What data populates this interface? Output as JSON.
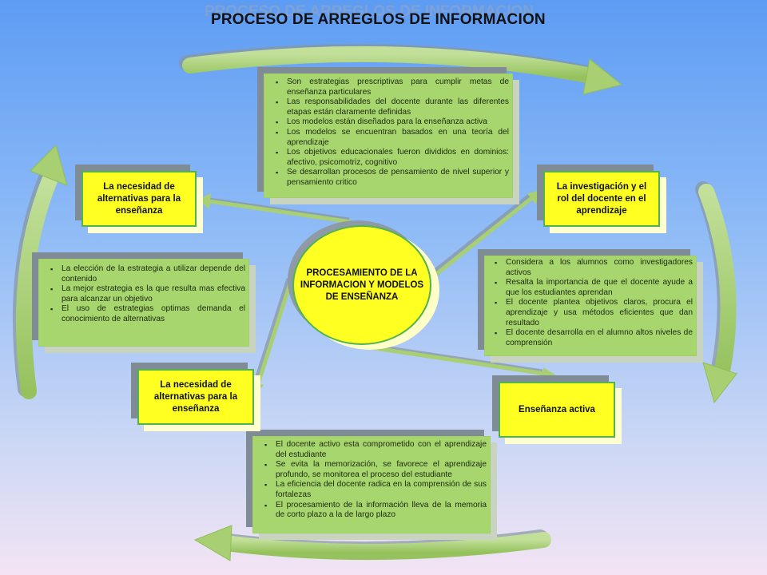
{
  "title": "PROCESO DE ARREGLOS DE INFORMACION",
  "center_label": "PROCESAMIENTO DE LA INFORMACION Y MODELOS DE ENSEÑANZA",
  "boxes": {
    "top_left": "La necesidad de alternativas para la enseñanza",
    "top_right": "La investigación y el rol del docente en el aprendizaje",
    "bottom_left": "La necesidad de alternativas para la enseñanza",
    "bottom_right": "Enseñanza activa"
  },
  "lists": {
    "top": [
      "Son estrategias prescriptivas para cumplir metas de enseñanza particulares",
      "Las responsabilidades del docente durante las diferentes etapas están claramente definidas",
      "Los modelos están diseñados para la enseñanza activa",
      "Los modelos se encuentran basados en una teoría del aprendizaje",
      "Los objetivos educacionales fueron divididos en dominios: afectivo, psicomotriz, cognitivo",
      "Se desarrollan procesos de pensamiento de nivel superior y pensamiento critico"
    ],
    "left": [
      "La elección de la estrategia a utilizar depende del contenido",
      "La mejor estrategia es la que resulta mas efectiva para alcanzar un objetivo",
      "El uso de estrategias optimas demanda el conocimiento de alternativas"
    ],
    "right": [
      "Considera a los alumnos como investigadores activos",
      "Resalta la importancia de que el docente ayude a que los estudiantes aprendan",
      "El docente plantea objetivos claros, procura el aprendizaje y usa métodos eficientes que dan resultado",
      "El docente desarrolla en el alumno altos niveles de comprensión"
    ],
    "bottom": [
      "El docente activo esta comprometido con el aprendizaje del estudiante",
      "Se evita la memorización, se favorece el aprendizaje profundo, se monitorea el proceso del estudiante",
      "La eficiencia del docente radica en la comprensión de sus fortalezas",
      "El procesamiento de la información lleva de la memoria de corto plazo a la de largo plazo"
    ]
  },
  "colors": {
    "green_box": "#a6d66d",
    "yellow_box": "#ffff22",
    "border": "#52b24f",
    "arrow": "#a8cf72"
  }
}
